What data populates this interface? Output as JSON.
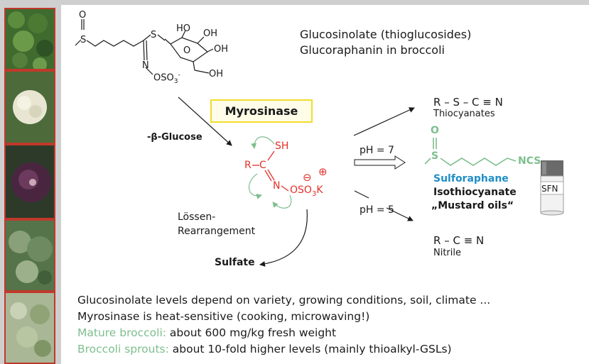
{
  "glucoraphanin": {
    "atom_O": "O",
    "atom_S1": "S",
    "atom_S2": "S",
    "atom_N": "N",
    "sulfonate": "OSO",
    "sulfonate_sub": "3",
    "sulfonate_sup": "-",
    "ring_O": "O",
    "oh1": "HO",
    "oh2": "OH",
    "oh3": "OH",
    "oh4": "OH"
  },
  "caption": {
    "line1": "Glucosinolate (thioglucosides)",
    "line2": "Glucoraphanin in broccoli"
  },
  "enzyme": "Myrosinase",
  "glucose_loss": "-β-Glucose",
  "intermediate": {
    "sh": "SH",
    "r": "R",
    "c": "C",
    "n": "N",
    "osok": "OSO",
    "osok_sub": "3",
    "k": "K",
    "minus": "⊖",
    "plus": "⊕"
  },
  "rearrangement": {
    "line1": "Lössen-",
    "line2": "Rearrangement"
  },
  "sulfate": "Sulfate",
  "ph7": "pH = 7",
  "ph5": "pH = 5",
  "thiocyanate": {
    "formula": "R – S – C ≡ N",
    "label": "Thiocyanates"
  },
  "sulforaphane": {
    "atom_O": "O",
    "atom_S": "S",
    "group": "NCS",
    "name": "Sulforaphane",
    "class1": "Isothiocyanate",
    "class2": "„Mustard oils“"
  },
  "nitrile": {
    "formula": "R – C ≡ N",
    "label": "Nitrile"
  },
  "vial_label": "SFN",
  "notes": {
    "line1": "Glucosinolate levels depend on variety, growing conditions, soil, climate ...",
    "line2": "Myrosinase is heat-sensitive (cooking, microwaving!)",
    "line3_hl": "Mature broccoli:",
    "line3_rest": " about 600 mg/kg fresh weight",
    "line4_hl": "Broccoli sprouts:",
    "line4_rest": " about 10-fold higher levels (mainly thioalkyl-GSLs)"
  },
  "colors": {
    "red": "#e2312a",
    "green": "#7dbf8e",
    "blue": "#1f8ec6",
    "enzyme_border": "#f2dc2c"
  }
}
